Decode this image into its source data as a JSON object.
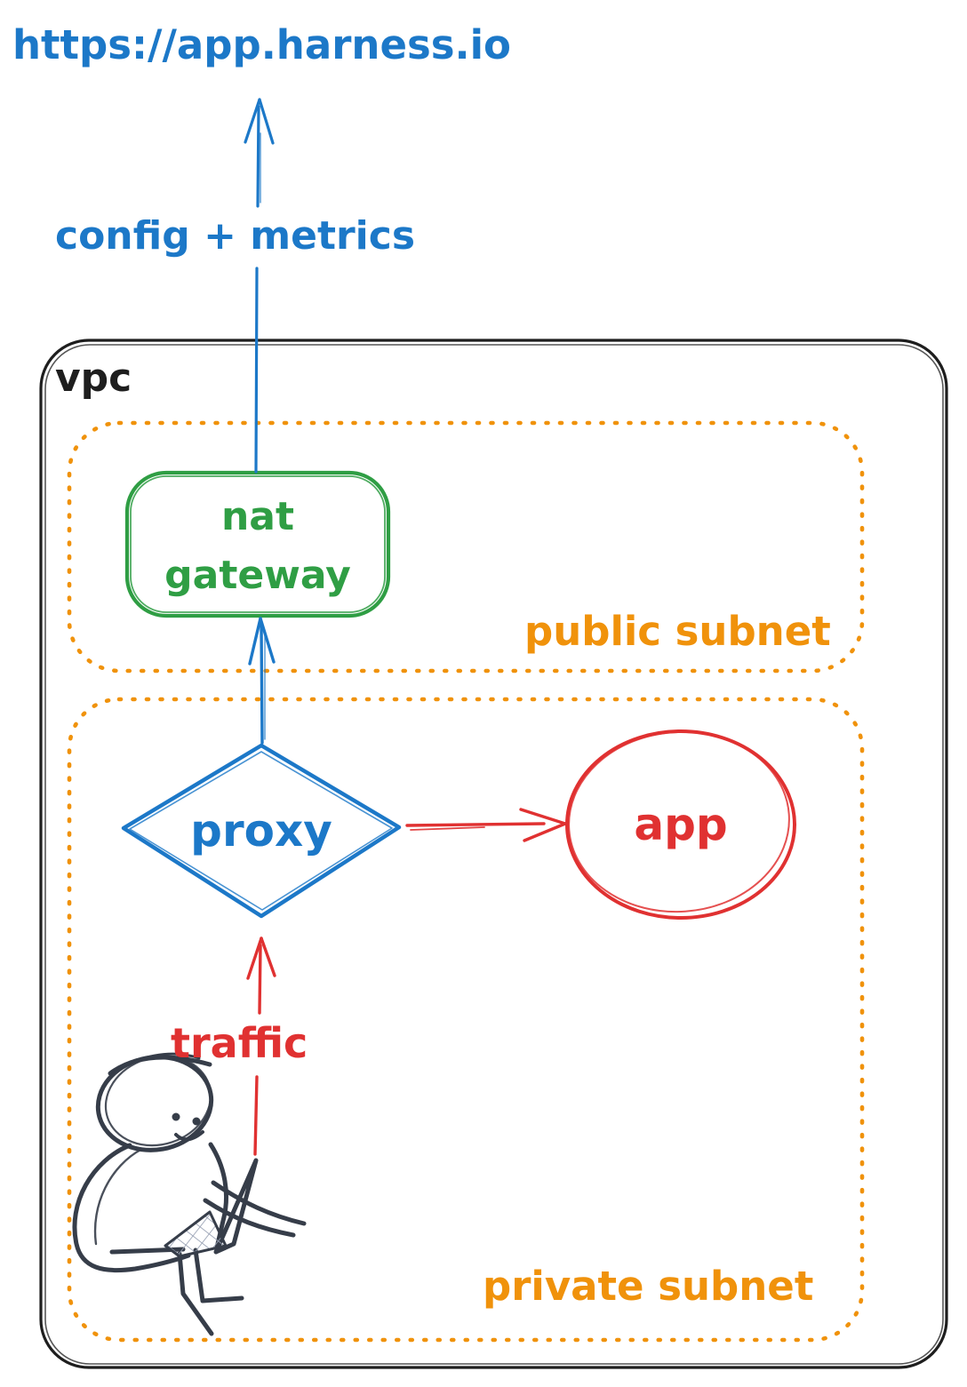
{
  "diagram": {
    "external_url_label": "https://app.harness.io",
    "config_metrics_arrow_label": "config + metrics",
    "vpc_label": "vpc",
    "nat_gateway_label": "nat\ngateway",
    "public_subnet_label": "public subnet",
    "proxy_label": "proxy",
    "app_label": "app",
    "traffic_arrow_label": "traffic",
    "private_subnet_label": "private subnet"
  },
  "colors": {
    "blue": "#1c78c8",
    "green": "#2f9e44",
    "orange": "#f0920b",
    "red": "#e03131",
    "ink": "#1e1e1e",
    "person": "#363d49"
  }
}
